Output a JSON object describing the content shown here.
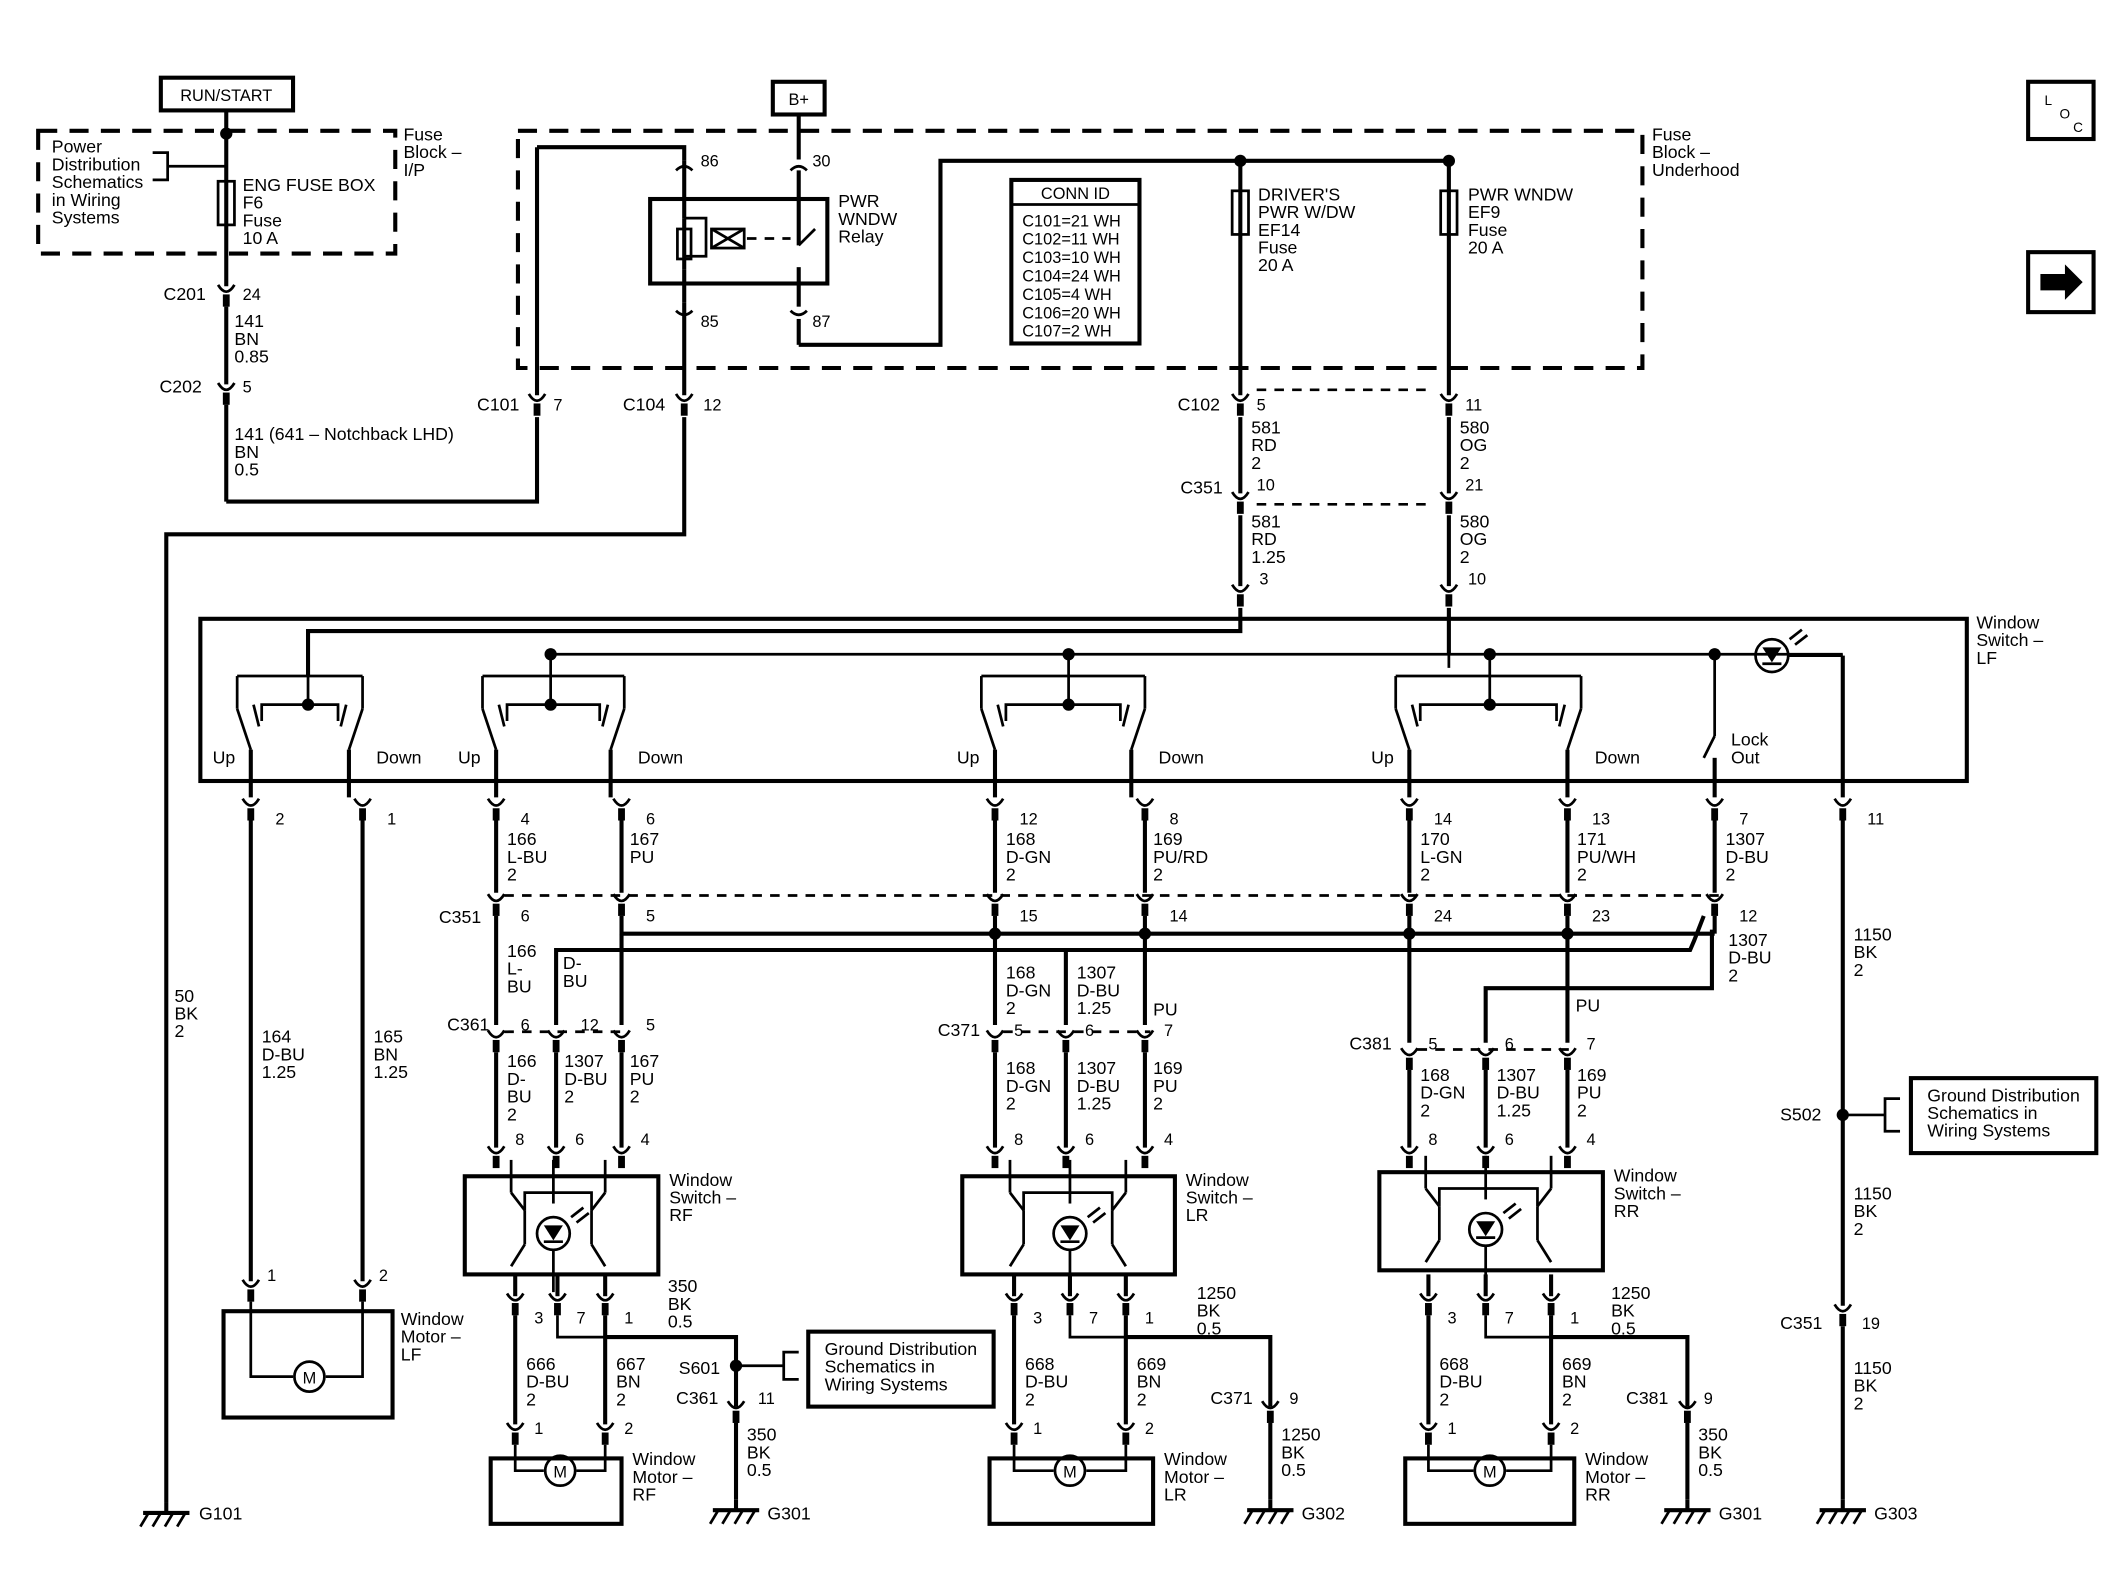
{
  "diagram": {
    "boxes": {
      "run_start": "RUN/START",
      "bplus": "B+",
      "fuse_block_ip": [
        "Fuse",
        "Block –",
        "I/P"
      ],
      "fuse_block_uh": [
        "Fuse",
        "Block –",
        "Underhood"
      ],
      "power_dist": [
        "Power",
        "Distribution",
        "Schematics",
        "in Wiring",
        "Systems"
      ],
      "ground_dist": [
        "Ground Distribution",
        "Schematics in",
        "Wiring Systems"
      ]
    },
    "fuses": {
      "f6": [
        "ENG FUSE BOX",
        "F6",
        "Fuse",
        "10 A"
      ],
      "ef14": [
        "DRIVER'S",
        "PWR W/DW",
        "EF14",
        "Fuse",
        "20 A"
      ],
      "ef9": [
        "PWR WNDW",
        "EF9",
        "Fuse",
        "20 A"
      ]
    },
    "relay": {
      "label": [
        "PWR",
        "WNDW",
        "Relay"
      ],
      "pins": [
        "86",
        "30",
        "85",
        "87"
      ]
    },
    "conn_id": {
      "title": "CONN ID",
      "rows": [
        "C101=21 WH",
        "C102=11 WH",
        "C103=10 WH",
        "C104=24 WH",
        "C105=4 WH",
        "C106=20 WH",
        "C107=2 WH"
      ]
    },
    "connectors": {
      "c201": "C201",
      "c202": "C202",
      "c101": "C101",
      "c104": "C104",
      "c102": "C102",
      "c351": "C351",
      "c361": "C361",
      "c371": "C371",
      "c381": "C381",
      "s502": "S502",
      "s601": "S601"
    },
    "pin_numbers": {
      "c201": "24",
      "c202": "5",
      "c101": "7",
      "c104": "12",
      "c102_a": "5",
      "c102_b": "11",
      "c351_a": "10",
      "c351_b": "21",
      "lf_a": "3",
      "lf_b": "10",
      "lf_out": [
        "2",
        "1",
        "4",
        "6",
        "12",
        "8",
        "14",
        "13",
        "7",
        "11"
      ],
      "c351_row": [
        "6",
        "5",
        "15",
        "14",
        "24",
        "23",
        "12"
      ],
      "c361_row": [
        "6",
        "12",
        "5"
      ],
      "c371_row": [
        "5",
        "6",
        "7"
      ],
      "c381_row": [
        "5",
        "6",
        "7"
      ],
      "sw_in": [
        "8",
        "6",
        "4"
      ],
      "sw_out": [
        "3",
        "7",
        "1"
      ],
      "mot": [
        "1",
        "2"
      ],
      "gnd_pins": [
        "11",
        "9",
        "9",
        "19"
      ]
    },
    "wires": {
      "w141a": [
        "141",
        "BN",
        "0.85"
      ],
      "w141b": [
        "141 (641 – Notchback LHD)",
        "BN",
        "0.5"
      ],
      "w581a": [
        "581",
        "RD",
        "2"
      ],
      "w581b": [
        "581",
        "RD",
        "1.25"
      ],
      "w580a": [
        "580",
        "OG",
        "2"
      ],
      "w580b": [
        "580",
        "OG",
        "2"
      ],
      "w50": [
        "50",
        "BK",
        "2"
      ],
      "w164": [
        "164",
        "D-BU",
        "1.25"
      ],
      "w165": [
        "165",
        "BN",
        "1.25"
      ],
      "w166a": [
        "166",
        "L-BU",
        "2"
      ],
      "w167a": [
        "167",
        "PU"
      ],
      "w168a": [
        "168",
        "D-GN",
        "2"
      ],
      "w169a": [
        "169",
        "PU/RD",
        "2"
      ],
      "w170a": [
        "170",
        "L-GN",
        "2"
      ],
      "w171a": [
        "171",
        "PU/WH",
        "2"
      ],
      "w1307a": [
        "1307",
        "D-BU",
        "2"
      ],
      "w1150a": [
        "1150",
        "BK",
        "2"
      ],
      "w1150b": [
        "1150",
        "BK",
        "2"
      ],
      "w1150c": [
        "1150",
        "BK",
        "2"
      ],
      "rf_mid": [
        "166",
        "L-",
        "BU"
      ],
      "rf_dbu": [
        "D-",
        "BU"
      ],
      "rf_lo1": [
        "166",
        "D-",
        "BU",
        "2"
      ],
      "rf_lo2": [
        "1307",
        "D-BU",
        "2"
      ],
      "rf_lo3": [
        "167",
        "PU",
        "2"
      ],
      "lr_mid1": [
        "168",
        "D-GN",
        "2"
      ],
      "lr_mid2": [
        "1307",
        "D-BU",
        "1.25"
      ],
      "lr_mid3": "PU",
      "lr_lo1": [
        "168",
        "D-GN",
        "2"
      ],
      "lr_lo2": [
        "1307",
        "D-BU",
        "1.25"
      ],
      "lr_lo3": [
        "169",
        "PU",
        "2"
      ],
      "rr_mid": [
        "1307",
        "D-BU",
        "2"
      ],
      "rr_pu": "PU",
      "rr_lo1": [
        "168",
        "D-GN",
        "2"
      ],
      "rr_lo2": [
        "1307",
        "D-BU",
        "1.25"
      ],
      "rr_lo3": [
        "169",
        "PU",
        "2"
      ],
      "g_rf": [
        "350",
        "BK",
        "0.5"
      ],
      "g_rf2": [
        "350",
        "BK",
        "0.5"
      ],
      "g_lr": [
        "1250",
        "BK",
        "0.5"
      ],
      "g_lr2": [
        "1250",
        "BK",
        "0.5"
      ],
      "g_rr": [
        "1250",
        "BK",
        "0.5"
      ],
      "g_rr2": [
        "350",
        "BK",
        "0.5"
      ],
      "m_rf1": [
        "666",
        "D-BU",
        "2"
      ],
      "m_rf2": [
        "667",
        "BN",
        "2"
      ],
      "m_lr1": [
        "668",
        "D-BU",
        "2"
      ],
      "m_lr2": [
        "669",
        "BN",
        "2"
      ],
      "m_rr1": [
        "668",
        "D-BU",
        "2"
      ],
      "m_rr2": [
        "669",
        "BN",
        "2"
      ]
    },
    "switch_lf": {
      "label": [
        "Window",
        "Switch –",
        "LF"
      ],
      "up": "Up",
      "down": "Down",
      "lock": [
        "Lock",
        "Out"
      ]
    },
    "switches": {
      "rf": [
        "Window",
        "Switch –",
        "RF"
      ],
      "lr": [
        "Window",
        "Switch –",
        "LR"
      ],
      "rr": [
        "Window",
        "Switch –",
        "RR"
      ]
    },
    "motors": {
      "symbol": "M",
      "lf": [
        "Window",
        "Motor –",
        "LF"
      ],
      "rf": [
        "Window",
        "Motor –",
        "RF"
      ],
      "lr": [
        "Window",
        "Motor –",
        "LR"
      ],
      "rr": [
        "Window",
        "Motor –",
        "RR"
      ]
    },
    "grounds": [
      "G101",
      "G301",
      "G302",
      "G301",
      "G303"
    ],
    "nav": {
      "loc": [
        "L",
        "O",
        "C"
      ]
    }
  }
}
